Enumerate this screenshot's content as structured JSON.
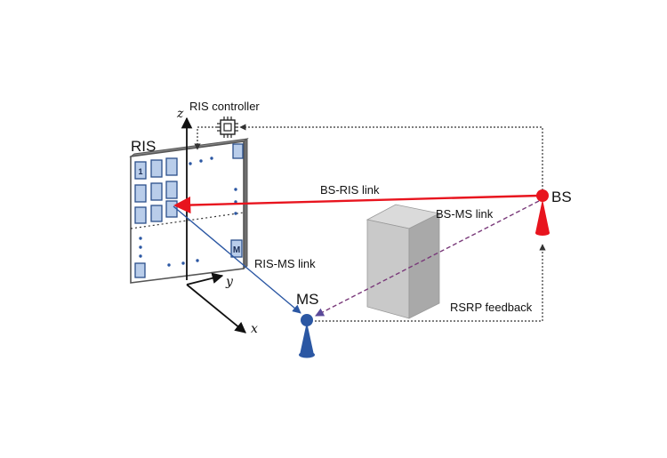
{
  "diagram": {
    "labels": {
      "ris": "RIS",
      "ris_controller": "RIS controller",
      "bs": "BS",
      "ms": "MS",
      "bs_ris_link": "BS-RIS link",
      "bs_ms_link": "BS-MS link",
      "ris_ms_link": "RIS-MS link",
      "rsrp_feedback": "RSRP feedback",
      "element_first": "1",
      "element_last": "M"
    },
    "axes": {
      "x": "x",
      "y": "y",
      "z": "z"
    },
    "colors": {
      "bs": "#e8141e",
      "ms": "#2b57a3",
      "ris_element": "#b9cdea",
      "ris_element_border": "#2b4f8a",
      "panel_border": "#555555",
      "obstacle_front": "#c9c9c9",
      "obstacle_side": "#a9a9a9",
      "obstacle_top": "#dadada",
      "feedback_line": "#333333"
    },
    "icons": {
      "controller": "chip-icon",
      "bs": "antenna-icon",
      "ms": "antenna-icon"
    }
  }
}
